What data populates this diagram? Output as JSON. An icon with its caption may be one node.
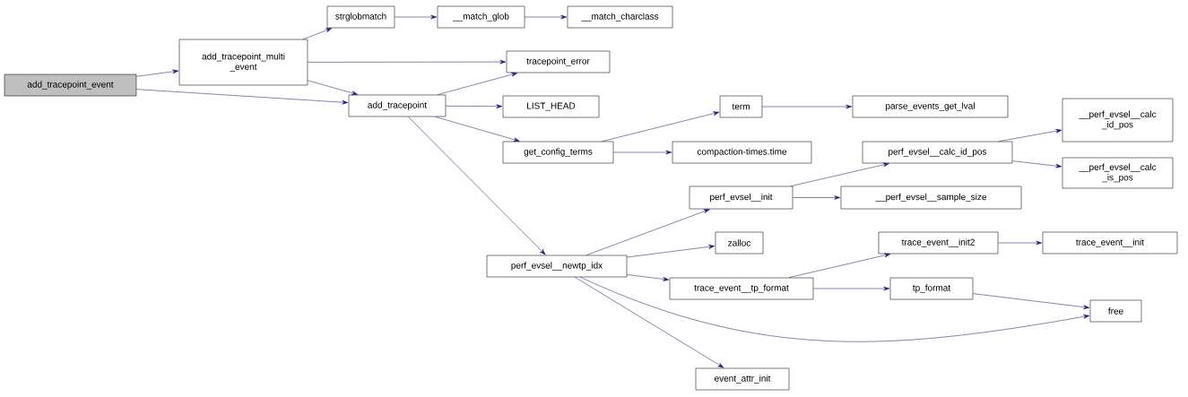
{
  "diagram": {
    "nodes": [
      {
        "text": [
          "add_tracepoint_event"
        ]
      },
      {
        "text": [
          "add_tracepoint_multi _event"
        ]
      },
      {
        "text": [
          "strglobmatch"
        ]
      },
      {
        "text": [
          "__match_glob"
        ]
      },
      {
        "text": [
          "__match_charclass"
        ]
      },
      {
        "text": [
          "tracepoint_error"
        ]
      },
      {
        "text": [
          "add_tracepoint"
        ]
      },
      {
        "text": [
          "LIST_HEAD"
        ]
      },
      {
        "text": [
          "get_config_terms"
        ]
      },
      {
        "text": [
          "term"
        ]
      },
      {
        "text": [
          "parse_events_get_lval"
        ]
      },
      {
        "text": [
          "compaction-times.time"
        ]
      },
      {
        "text": [
          "perf_evsel__calc_id_pos"
        ]
      },
      {
        "text": [
          "__perf_evsel__calc _id_pos"
        ]
      },
      {
        "text": [
          "__perf_evsel__calc _is_pos"
        ]
      },
      {
        "text": [
          "perf_evsel__init"
        ]
      },
      {
        "text": [
          "__perf_evsel__sample_size"
        ]
      },
      {
        "text": [
          "zalloc"
        ]
      },
      {
        "text": [
          "perf_evsel__newtp_idx"
        ]
      },
      {
        "text": [
          "trace_event__init2"
        ]
      },
      {
        "text": [
          "trace_event__init"
        ]
      },
      {
        "text": [
          "trace_event__tp_format"
        ]
      },
      {
        "text": [
          "tp_format"
        ]
      },
      {
        "text": [
          "free"
        ]
      },
      {
        "text": [
          "event_attr_init"
        ]
      }
    ],
    "edges": [
      {
        "from": 0,
        "to": 1,
        "arrow": "to"
      },
      {
        "from": 0,
        "to": 6,
        "arrow": "to"
      },
      {
        "from": 1,
        "to": 2,
        "arrow": "to"
      },
      {
        "from": 1,
        "to": 5,
        "arrow": "to"
      },
      {
        "from": 1,
        "to": 6,
        "arrow": "to"
      },
      {
        "from": 2,
        "to": 3,
        "arrow": "to"
      },
      {
        "from": 3,
        "to": 4,
        "arrow": "to"
      },
      {
        "from": 6,
        "to": 5,
        "arrow": "to"
      },
      {
        "from": 6,
        "to": 7,
        "arrow": "to"
      },
      {
        "from": 6,
        "to": 8,
        "arrow": "to"
      },
      {
        "from": 6,
        "to": 18,
        "arrow": "to"
      },
      {
        "from": 8,
        "to": 9,
        "arrow": "to"
      },
      {
        "from": 8,
        "to": 11,
        "arrow": "to"
      },
      {
        "from": 9,
        "to": 10,
        "arrow": "to"
      },
      {
        "from": 18,
        "to": 15,
        "arrow": "to"
      },
      {
        "from": 18,
        "to": 17,
        "arrow": "to"
      },
      {
        "from": 18,
        "to": 21,
        "arrow": "to"
      },
      {
        "from": 18,
        "to": 23,
        "arrow": "to"
      },
      {
        "from": 18,
        "to": 24,
        "arrow": "to"
      },
      {
        "from": 15,
        "to": 12,
        "arrow": "to"
      },
      {
        "from": 15,
        "to": 16,
        "arrow": "to"
      },
      {
        "from": 12,
        "to": 13,
        "arrow": "to"
      },
      {
        "from": 12,
        "to": 14,
        "arrow": "to"
      },
      {
        "from": 21,
        "to": 19,
        "arrow": "to"
      },
      {
        "from": 21,
        "to": 22,
        "arrow": "to"
      },
      {
        "from": 19,
        "to": 20,
        "arrow": "to"
      },
      {
        "from": 22,
        "to": 23,
        "arrow": "to"
      }
    ]
  }
}
